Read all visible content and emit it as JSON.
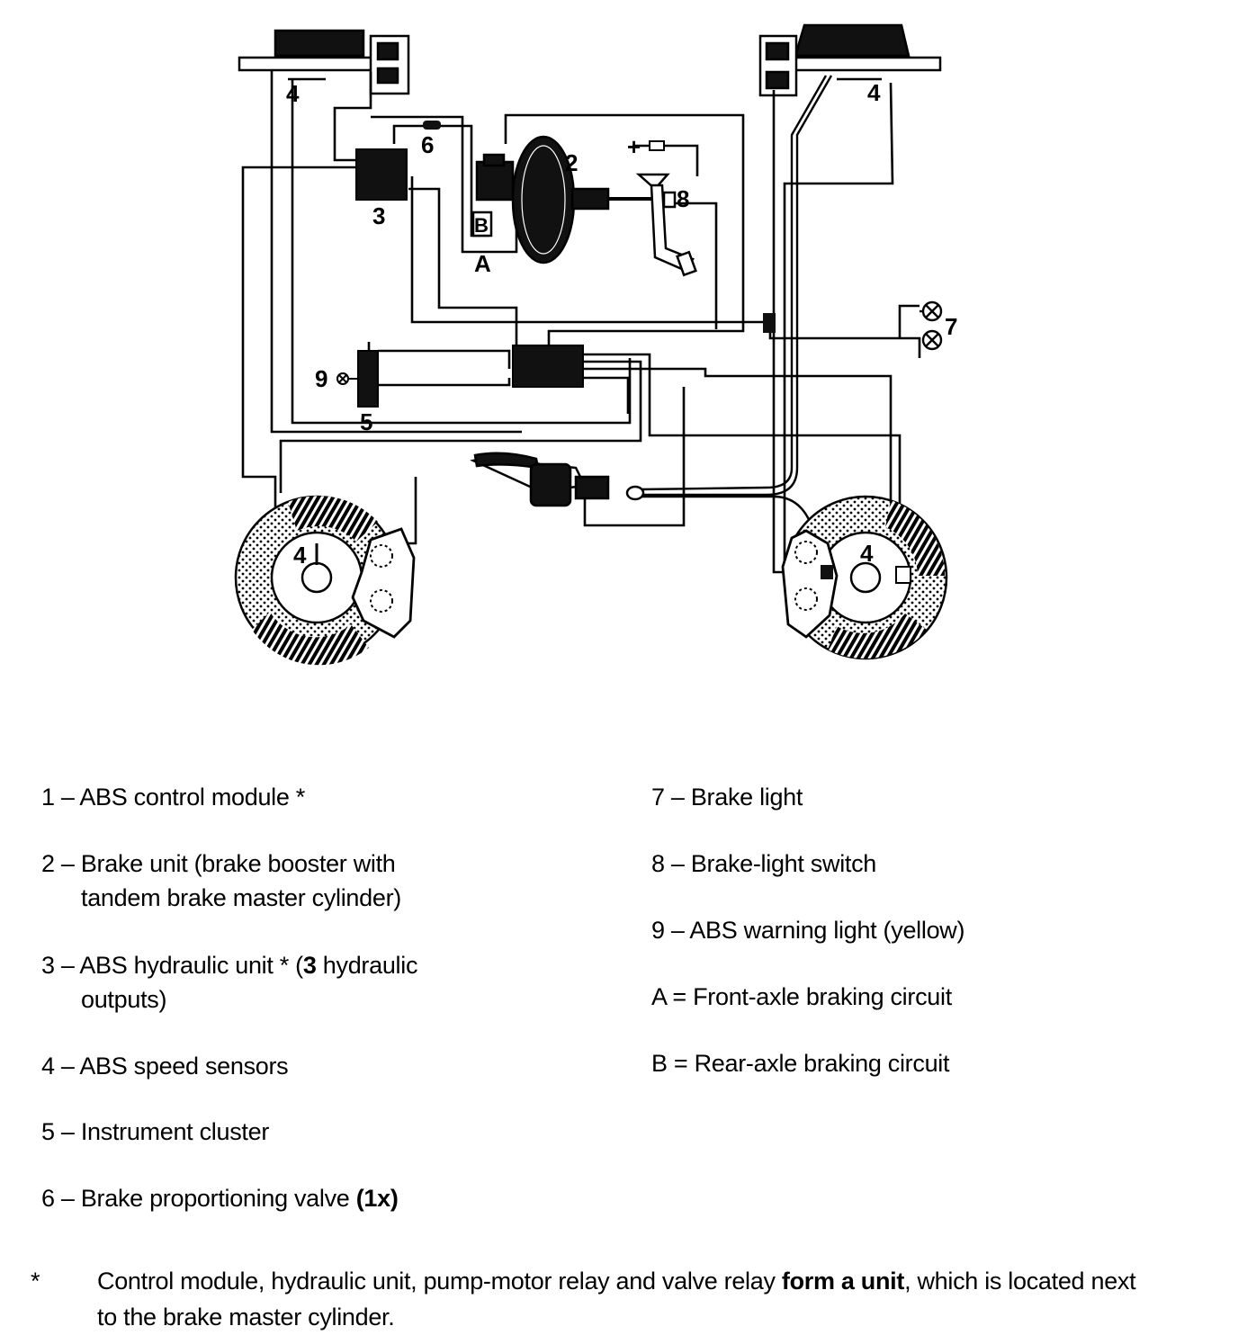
{
  "diagram": {
    "callouts": {
      "sensor_front_left": "4",
      "sensor_front_right": "4",
      "sensor_rear_left": "4",
      "sensor_rear_right": "4",
      "hydraulic_unit": "3",
      "proportioning_valve": "6",
      "brake_unit": "2",
      "brake_light_switch": "8",
      "circuit_front": "A",
      "circuit_rear": "B",
      "brake_light": "7",
      "warning_light": "9",
      "instrument_cluster": "5",
      "battery_plus": "+"
    }
  },
  "legend": {
    "left": [
      {
        "prefix": "1 – ABS control module *",
        "cont": ""
      },
      {
        "prefix": "2 – Brake unit (brake booster with",
        "cont": "tandem brake master cylinder)"
      },
      {
        "prefix": "3 – ABS hydraulic unit * (",
        "bold": "3",
        "suffix": " hydraulic",
        "cont": "outputs)"
      },
      {
        "prefix": "4 – ABS speed sensors",
        "cont": ""
      },
      {
        "prefix": "5 – Instrument cluster",
        "cont": ""
      },
      {
        "prefix": "6 – Brake proportioning valve ",
        "bold": "(1x)",
        "cont": ""
      }
    ],
    "right": [
      {
        "prefix": "7 – Brake light"
      },
      {
        "prefix": "8 – Brake-light switch"
      },
      {
        "prefix": "9 – ABS warning light (yellow)"
      },
      {
        "prefix": "A = Front-axle braking circuit"
      },
      {
        "prefix": "B = Rear-axle braking circuit"
      }
    ]
  },
  "footnote": {
    "marker": "*",
    "line1_a": "Control module, hydraulic unit, pump-motor relay and valve relay ",
    "line1_bold": "form a unit",
    "line1_b": ", which is located next",
    "line2": "to the brake master cylinder."
  }
}
